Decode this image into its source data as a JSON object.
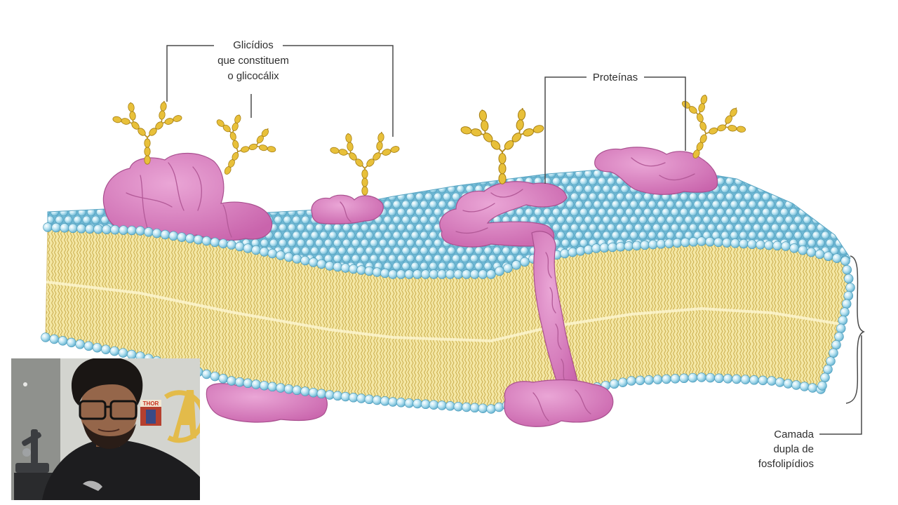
{
  "labels": {
    "glycocalyx": [
      "Glicídios",
      "que constituem",
      "o glicocálix"
    ],
    "proteins": "Proteínas",
    "bilayer": [
      "Camada",
      "dupla de",
      "fosfolipídios"
    ]
  },
  "webcam": {
    "poster_text": "THOR"
  },
  "colors": {
    "protein": "#d77cbc",
    "glycan": "#e8c03a",
    "phospholipid_head": "#8fd0e8",
    "lipid_tail": "#f4e7a4",
    "leader_line": "#4a4a4a"
  }
}
